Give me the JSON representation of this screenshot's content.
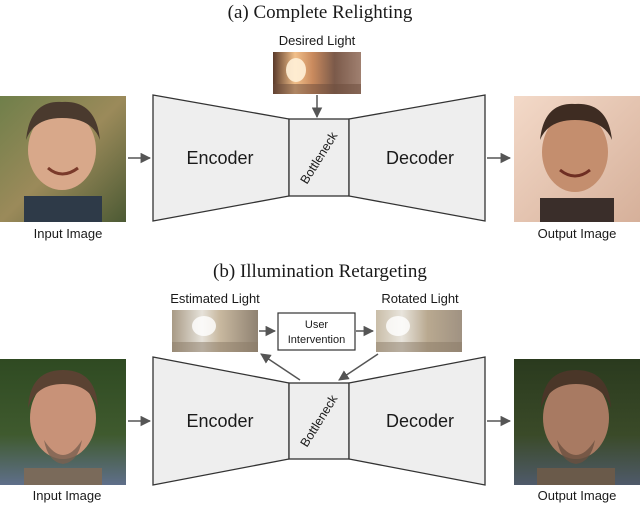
{
  "panel_a": {
    "title": "(a) Complete Relighting",
    "desired_light_label": "Desired Light",
    "encoder_label": "Encoder",
    "bottleneck_label": "Bottleneck",
    "decoder_label": "Decoder",
    "input_caption": "Input Image",
    "output_caption": "Output Image"
  },
  "panel_b": {
    "title": "(b) Illumination Retargeting",
    "estimated_light_label": "Estimated Light",
    "rotated_light_label": "Rotated Light",
    "user_label_line1": "User",
    "user_label_line2": "Intervention",
    "encoder_label": "Encoder",
    "bottleneck_label": "Bottleneck",
    "decoder_label": "Decoder",
    "input_caption": "Input Image",
    "output_caption": "Output Image"
  },
  "colors": {
    "block_fill": "#eeeeee",
    "block_stroke": "#333333",
    "arrow": "#555555"
  }
}
